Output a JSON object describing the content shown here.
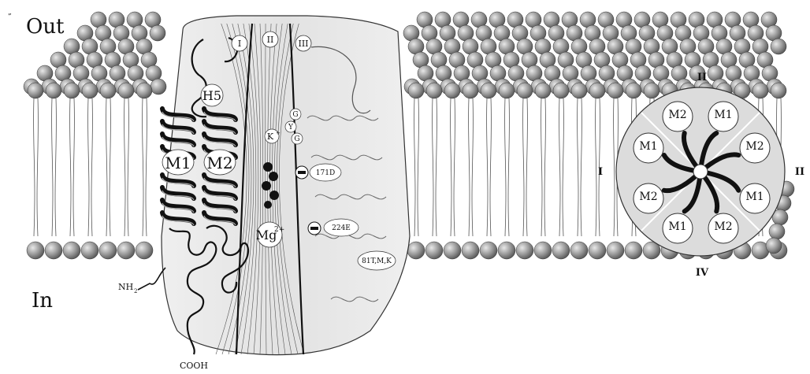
{
  "membrane": {
    "out_label": "Out",
    "in_label": "In",
    "corner_mark": "”"
  },
  "channel": {
    "subunits_top": [
      "I",
      "II",
      "III"
    ],
    "h5_label": "H5",
    "m1_label": "M1",
    "m2_label": "M2",
    "selectivity_letters": [
      "G",
      "Y",
      "G"
    ],
    "k_ion": "K",
    "k_sup": "+",
    "mg_ion": "Mg",
    "mg_sup": "2+",
    "site_171": "171D",
    "site_224": "224E",
    "site_81": "81T,M,K",
    "nh2_base": "NH",
    "nh2_sub": "2",
    "cooh_label": "COOH"
  },
  "top_view": {
    "label_top": "II",
    "label_left": "I",
    "label_right": "II",
    "label_bottom": "IV",
    "circles": [
      "M2",
      "M1",
      "M1",
      "M2",
      "M2",
      "M1",
      "M1",
      "M2"
    ]
  }
}
